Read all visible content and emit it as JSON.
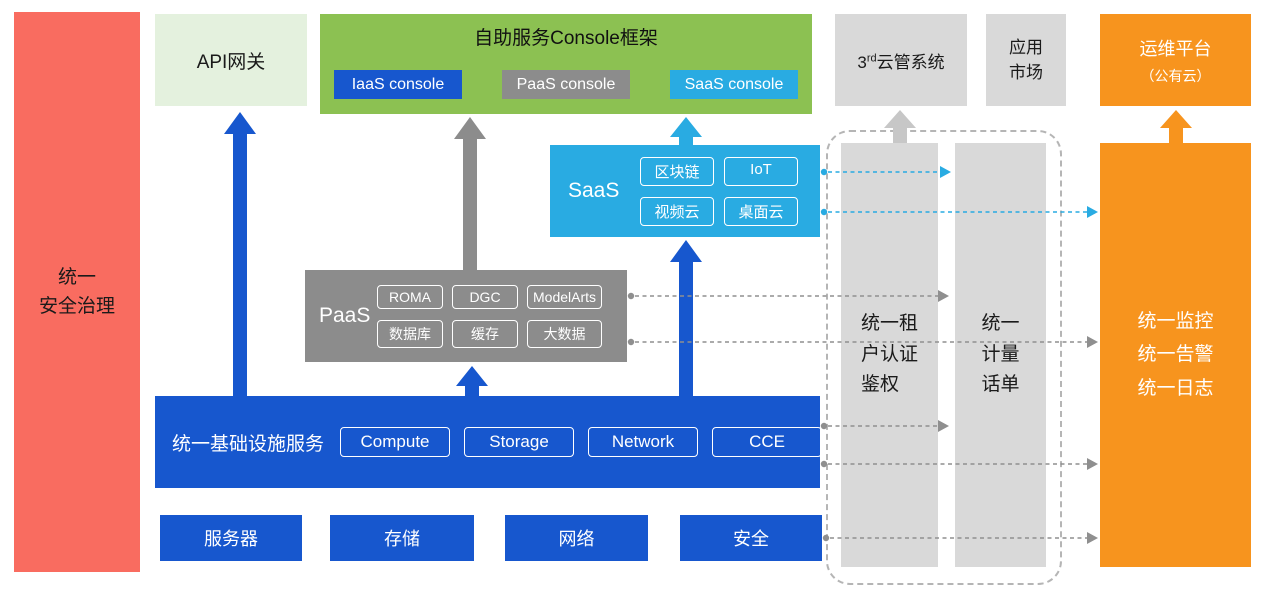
{
  "colors": {
    "red": "#F96C60",
    "api_green": "#E4F1DE",
    "console_green": "#8CC152",
    "blue": "#1757CE",
    "gray": "#8C8C8C",
    "light_gray": "#D9D9D9",
    "cyan": "#29ABE2",
    "orange": "#F7941E"
  },
  "security_bar": {
    "label": "统一\n安全治理"
  },
  "api_gateway": {
    "label": "API网关"
  },
  "console_framework": {
    "title": "自助服务Console框架",
    "consoles": [
      {
        "label": "IaaS console"
      },
      {
        "label": "PaaS console"
      },
      {
        "label": "SaaS console"
      }
    ]
  },
  "third_party_cloud": {
    "prefix": "3",
    "sup": "rd",
    "rest": "云管系统"
  },
  "app_market": {
    "label": "应用\n市场"
  },
  "ops_platform": {
    "line1": "运维平台",
    "line2": "（公有云）"
  },
  "saas": {
    "label": "SaaS",
    "items": [
      "区块链",
      "IoT",
      "视频云",
      "桌面云"
    ]
  },
  "paas": {
    "label": "PaaS",
    "items": [
      "ROMA",
      "DGC",
      "ModelArts",
      "数据库",
      "缓存",
      "大数据"
    ]
  },
  "infrastructure": {
    "label": "统一基础设施服务",
    "items": [
      "Compute",
      "Storage",
      "Network",
      "CCE"
    ]
  },
  "hardware": {
    "items": [
      "服务器",
      "存储",
      "网络",
      "安全"
    ]
  },
  "auth_bar": {
    "label": "统一租\n户认证\n鉴权"
  },
  "metering_bar": {
    "label": "统一\n计量\n话单"
  },
  "monitoring_bar": {
    "label": "统一监控\n统一告警\n统一日志"
  }
}
